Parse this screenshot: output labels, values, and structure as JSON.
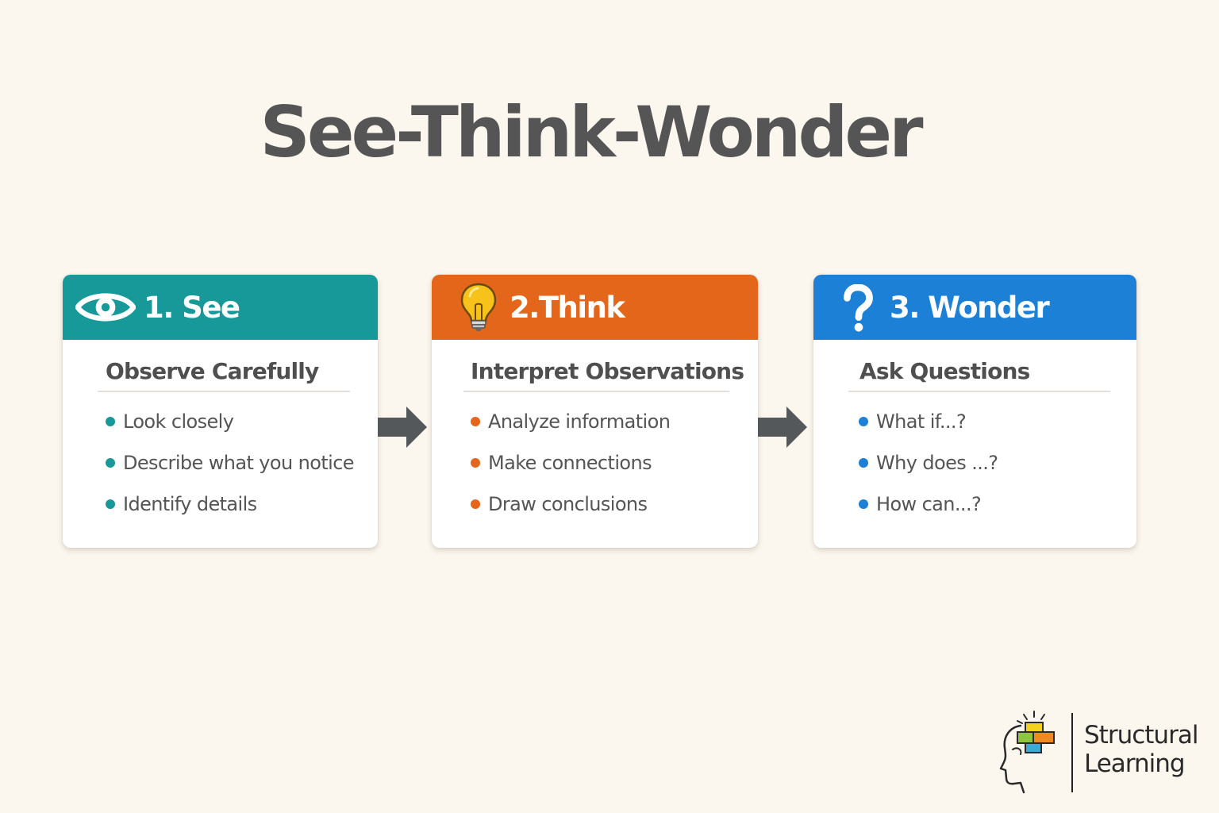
{
  "title": "See-Think-Wonder",
  "colors": {
    "background": "#fbf6ee",
    "see": "#17999a",
    "think": "#e3661a",
    "wonder": "#1b80d6",
    "arrow": "#55585b"
  },
  "steps": [
    {
      "label": "1. See",
      "icon": "eye-icon",
      "subtitle": "Observe Carefully",
      "items": [
        "Look closely",
        "Describe what you notice",
        "Identify details"
      ]
    },
    {
      "label": "2.Think",
      "icon": "lightbulb-icon",
      "subtitle": "Interpret Observations",
      "items": [
        "Analyze information",
        "Make connections",
        "Draw conclusions"
      ]
    },
    {
      "label": "3. Wonder",
      "icon": "question-mark-icon",
      "subtitle": "Ask Questions",
      "items": [
        "What if...?",
        "Why does ...?",
        "How can...?"
      ]
    }
  ],
  "logo": {
    "line1": "Structural",
    "line2": "Learning"
  }
}
